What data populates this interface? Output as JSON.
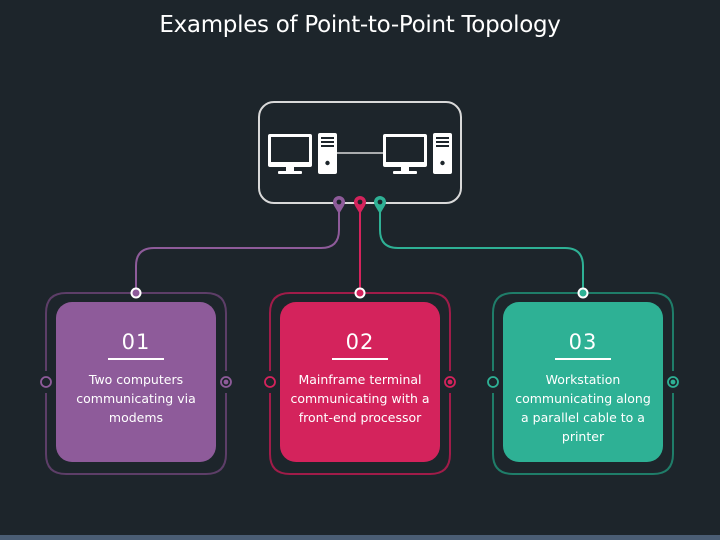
{
  "title": "Examples of Point-to-Point Topology",
  "colors": {
    "background": "#1d252b",
    "box_outline": "#d9d9d9",
    "purple": "#8e5b9a",
    "pink": "#d4235c",
    "green": "#2eb195"
  },
  "icons": [
    "computer-monitor-icon",
    "computer-tower-icon"
  ],
  "cards": [
    {
      "number": "01",
      "text": "Two computers communicating via modems",
      "color": "#8e5b9a",
      "dark": "#5d3e68"
    },
    {
      "number": "02",
      "text": "Mainframe terminal communicating with a front-end processor",
      "color": "#d4235c",
      "dark": "#a01c49"
    },
    {
      "number": "03",
      "text": "Workstation communicating along a parallel cable to a printer",
      "color": "#2eb195",
      "dark": "#1f7d69"
    }
  ]
}
